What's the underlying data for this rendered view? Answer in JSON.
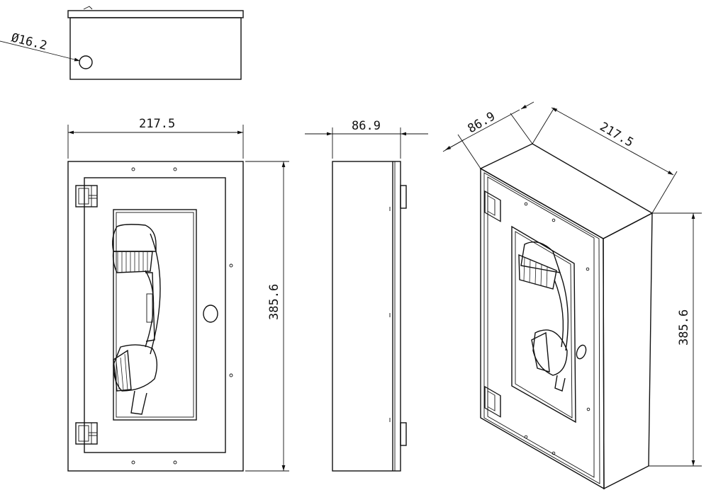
{
  "dimensions": {
    "hole_diameter": "Ø16.2",
    "front_width": "217.5",
    "front_height": "385.6",
    "side_depth": "86.9",
    "iso_depth": "86.9",
    "iso_width": "217.5",
    "iso_height": "385.6"
  },
  "colors": {
    "line": "#111111",
    "background": "#ffffff"
  }
}
